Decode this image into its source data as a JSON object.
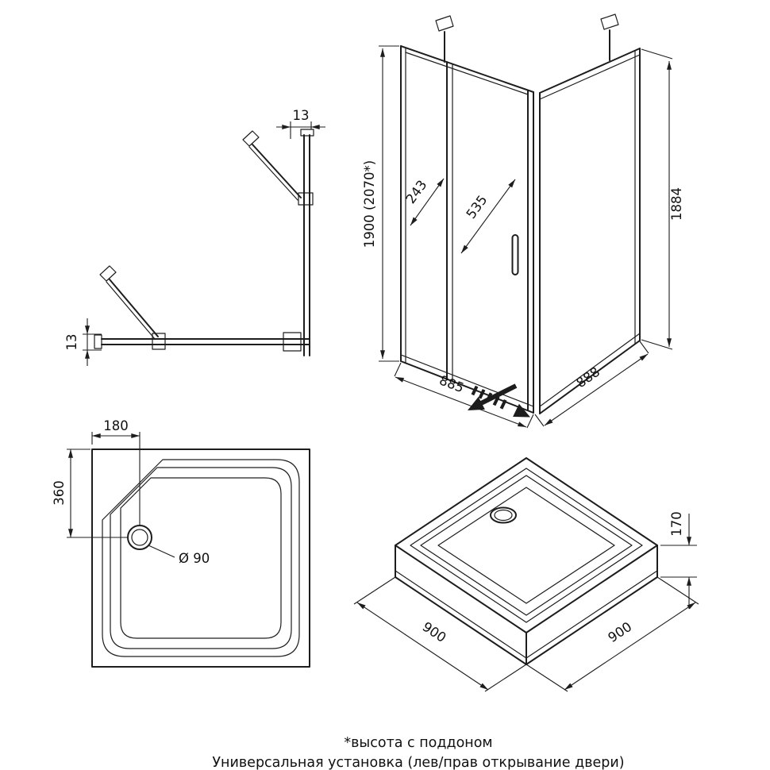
{
  "enclosure": {
    "dim_height": "1900 (2070*)",
    "dim_fixed_panel_width": "243",
    "dim_door_width": "535",
    "dim_glass_height": "1884",
    "dim_front_width": "885",
    "dim_side_width": "888"
  },
  "wall_profile_detail": {
    "dim_top_offset": "13",
    "dim_side_offset": "13"
  },
  "tray_plan": {
    "dim_drain_offset_x": "180",
    "dim_drain_offset_y": "360",
    "drain_diameter_label": "Ø 90"
  },
  "tray_iso": {
    "dim_height": "170",
    "dim_side_left": "900",
    "dim_side_right": "900"
  },
  "footnotes": {
    "height_note": "*высота с поддоном",
    "universal_note": "Универсальная установка (лев/прав открывание двери)"
  },
  "colors": {
    "line": "#1d1d1d",
    "background": "#ffffff"
  }
}
